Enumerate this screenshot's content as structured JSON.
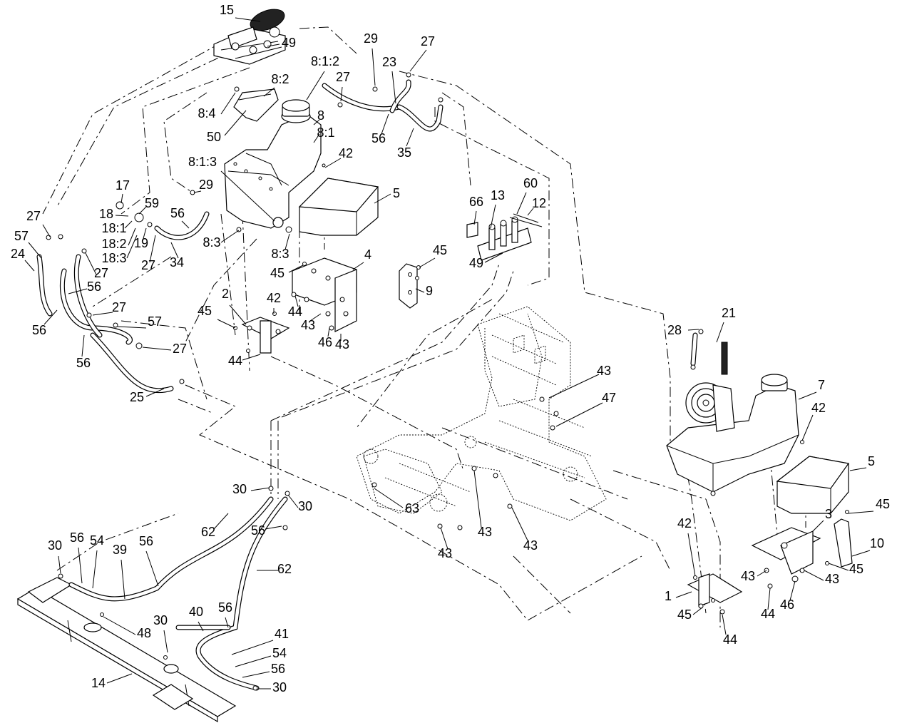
{
  "diagram": {
    "callouts": [
      {
        "id": "c15",
        "text": "15"
      },
      {
        "id": "c49a",
        "text": "49"
      },
      {
        "id": "c29a",
        "text": "29"
      },
      {
        "id": "c27a",
        "text": "27"
      },
      {
        "id": "c23",
        "text": "23"
      },
      {
        "id": "c812",
        "text": "8:1:2"
      },
      {
        "id": "c27b",
        "text": "27"
      },
      {
        "id": "c82",
        "text": "8:2"
      },
      {
        "id": "c8",
        "text": "8"
      },
      {
        "id": "c81",
        "text": "8:1"
      },
      {
        "id": "c84",
        "text": "8:4"
      },
      {
        "id": "c56a",
        "text": "56"
      },
      {
        "id": "c35",
        "text": "35"
      },
      {
        "id": "c50",
        "text": "50"
      },
      {
        "id": "c42a",
        "text": "42"
      },
      {
        "id": "c813",
        "text": "8:1:3"
      },
      {
        "id": "c17",
        "text": "17"
      },
      {
        "id": "c29b",
        "text": "29"
      },
      {
        "id": "c59",
        "text": "59"
      },
      {
        "id": "c5a",
        "text": "5"
      },
      {
        "id": "c60",
        "text": "60"
      },
      {
        "id": "c66",
        "text": "66"
      },
      {
        "id": "c13",
        "text": "13"
      },
      {
        "id": "c12",
        "text": "12"
      },
      {
        "id": "c27c",
        "text": "27"
      },
      {
        "id": "c56b",
        "text": "56"
      },
      {
        "id": "c18",
        "text": "18"
      },
      {
        "id": "c181",
        "text": "18:1"
      },
      {
        "id": "c19",
        "text": "19"
      },
      {
        "id": "c57a",
        "text": "57"
      },
      {
        "id": "c182",
        "text": "18:2"
      },
      {
        "id": "c27d",
        "text": "27"
      },
      {
        "id": "c83a",
        "text": "8:3"
      },
      {
        "id": "c183",
        "text": "18:3"
      },
      {
        "id": "c24",
        "text": "24"
      },
      {
        "id": "c34",
        "text": "34"
      },
      {
        "id": "c83b",
        "text": "8:3"
      },
      {
        "id": "c45a",
        "text": "45"
      },
      {
        "id": "c49b",
        "text": "49"
      },
      {
        "id": "c4",
        "text": "4"
      },
      {
        "id": "c27e",
        "text": "27"
      },
      {
        "id": "c45b",
        "text": "45"
      },
      {
        "id": "c56c",
        "text": "56"
      },
      {
        "id": "c9",
        "text": "9"
      },
      {
        "id": "c2",
        "text": "2"
      },
      {
        "id": "c42b",
        "text": "42"
      },
      {
        "id": "c45c",
        "text": "45"
      },
      {
        "id": "c27f",
        "text": "27"
      },
      {
        "id": "c44a",
        "text": "44"
      },
      {
        "id": "c56d",
        "text": "56"
      },
      {
        "id": "c57b",
        "text": "57"
      },
      {
        "id": "c43a",
        "text": "43"
      },
      {
        "id": "c46a",
        "text": "46"
      },
      {
        "id": "c43b",
        "text": "43"
      },
      {
        "id": "c27g",
        "text": "27"
      },
      {
        "id": "c56e",
        "text": "56"
      },
      {
        "id": "c44b",
        "text": "44"
      },
      {
        "id": "c21",
        "text": "21"
      },
      {
        "id": "c28",
        "text": "28"
      },
      {
        "id": "c25",
        "text": "25"
      },
      {
        "id": "c43c",
        "text": "43"
      },
      {
        "id": "c47",
        "text": "47"
      },
      {
        "id": "c7",
        "text": "7"
      },
      {
        "id": "c42c",
        "text": "42"
      },
      {
        "id": "c5b",
        "text": "5"
      },
      {
        "id": "c30a",
        "text": "30"
      },
      {
        "id": "c30b",
        "text": "30"
      },
      {
        "id": "c63",
        "text": "63"
      },
      {
        "id": "c56f",
        "text": "56"
      },
      {
        "id": "c62a",
        "text": "62"
      },
      {
        "id": "c43d",
        "text": "43"
      },
      {
        "id": "c43e",
        "text": "43"
      },
      {
        "id": "c43f",
        "text": "43"
      },
      {
        "id": "c30c",
        "text": "30"
      },
      {
        "id": "c56g",
        "text": "56"
      },
      {
        "id": "c54a",
        "text": "54"
      },
      {
        "id": "c39",
        "text": "39"
      },
      {
        "id": "c56h",
        "text": "56"
      },
      {
        "id": "c62b",
        "text": "62"
      },
      {
        "id": "c45d",
        "text": "45"
      },
      {
        "id": "c3",
        "text": "3"
      },
      {
        "id": "c10",
        "text": "10"
      },
      {
        "id": "c42d",
        "text": "42"
      },
      {
        "id": "c45e",
        "text": "45"
      },
      {
        "id": "c43g",
        "text": "43"
      },
      {
        "id": "c43h",
        "text": "43"
      },
      {
        "id": "c44c",
        "text": "44"
      },
      {
        "id": "c46b",
        "text": "46"
      },
      {
        "id": "c1",
        "text": "1"
      },
      {
        "id": "c45f",
        "text": "45"
      },
      {
        "id": "c44d",
        "text": "44"
      },
      {
        "id": "c40",
        "text": "40"
      },
      {
        "id": "c56i",
        "text": "56"
      },
      {
        "id": "c48",
        "text": "48"
      },
      {
        "id": "c30d",
        "text": "30"
      },
      {
        "id": "c41",
        "text": "41"
      },
      {
        "id": "c54b",
        "text": "54"
      },
      {
        "id": "c56j",
        "text": "56"
      },
      {
        "id": "c14",
        "text": "14"
      },
      {
        "id": "c30e",
        "text": "30"
      }
    ]
  }
}
